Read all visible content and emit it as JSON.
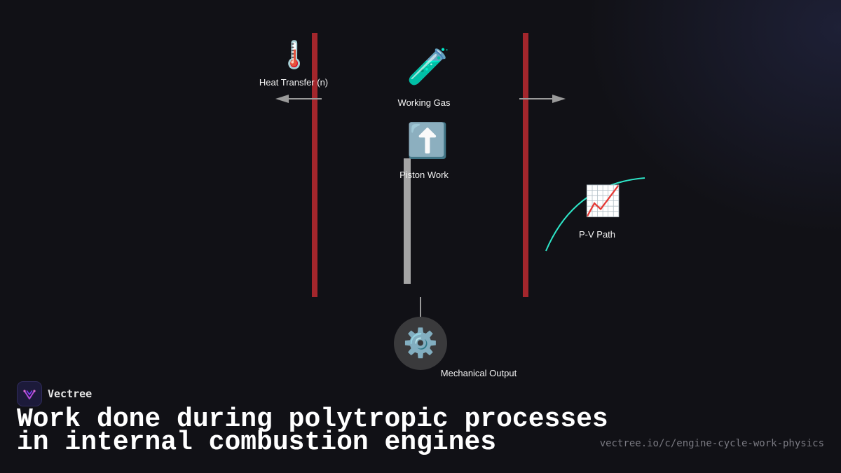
{
  "diagram": {
    "nodes": {
      "heat_transfer": {
        "icon": "thermometer-icon",
        "glyph": "🌡️",
        "label": "Heat Transfer (n)"
      },
      "working_gas": {
        "icon": "test-tube-icon",
        "glyph": "🧪",
        "label": "Working Gas"
      },
      "piston_work": {
        "icon": "up-arrow-icon",
        "glyph": "⬆️",
        "label": "Piston Work"
      },
      "pv_path": {
        "icon": "chart-increasing-icon",
        "glyph": "📈",
        "label": "P-V Path"
      },
      "mechanical_output": {
        "icon": "gear-icon",
        "glyph": "⚙️",
        "label": "Mechanical Output"
      }
    },
    "colors": {
      "cylinder_wall": "#a3262c",
      "piston": "#a5a5a5",
      "pv_curve": "#2ee6c8",
      "arrow": "#9a9a9a",
      "background": "#111116"
    }
  },
  "footer": {
    "brand_name": "Vectree",
    "title_line1": "Work done during polytropic processes",
    "title_line2": "in internal combustion engines",
    "url": "vectree.io/c/engine-cycle-work-physics"
  }
}
